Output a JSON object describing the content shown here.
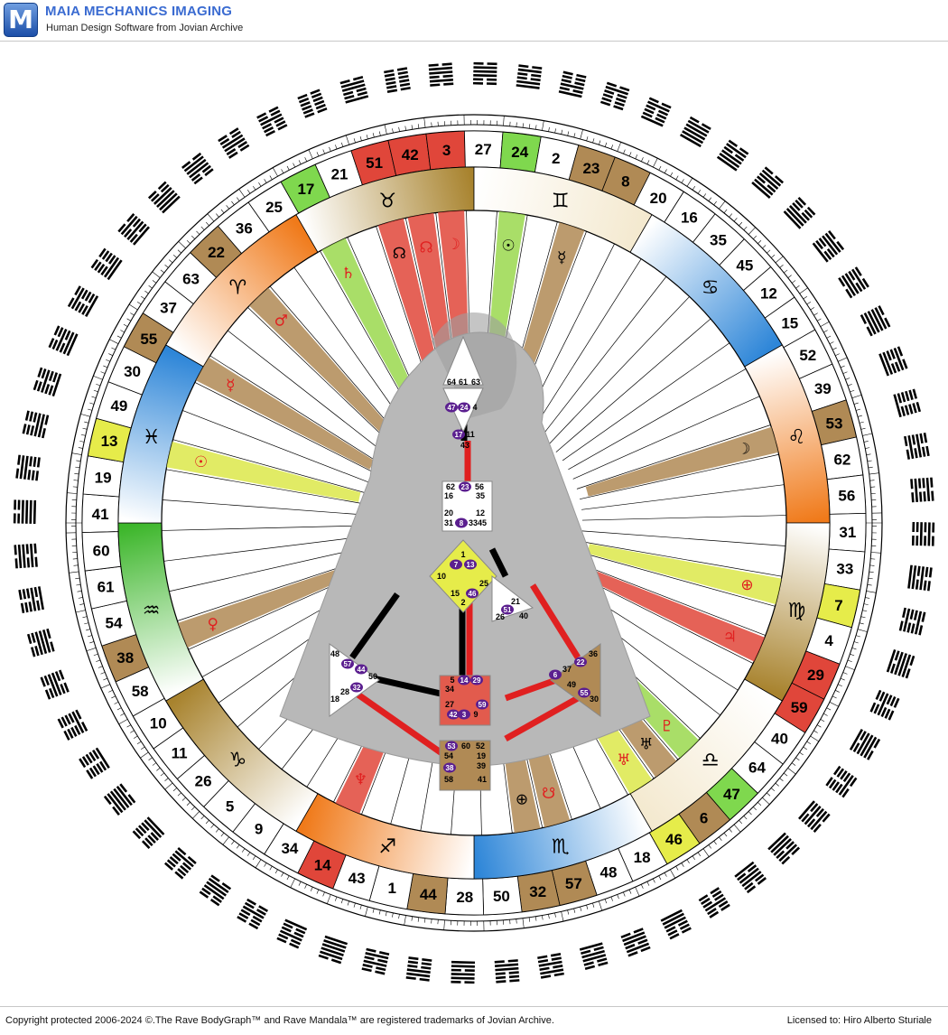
{
  "app": {
    "logo_letter": "M",
    "brand": "MAIA MECHANICS IMAGING",
    "tagline": "Human Design Software from Jovian Archive"
  },
  "footer": {
    "copyright": "Copyright protected 2006-2024 ©.The Rave BodyGraph™ and Rave Mandala™ are registered trademarks of Jovian Archive.",
    "license": "Licensed to: Hiro Alberto Sturiale"
  },
  "wheel": {
    "gate_order": [
      41,
      19,
      13,
      49,
      30,
      55,
      37,
      63,
      22,
      36,
      25,
      17,
      21,
      51,
      42,
      3,
      27,
      24,
      2,
      23,
      8,
      20,
      16,
      35,
      45,
      12,
      15,
      52,
      39,
      53,
      62,
      56,
      31,
      33,
      7,
      4,
      29,
      59,
      40,
      64,
      47,
      6,
      46,
      18,
      48,
      57,
      32,
      50,
      28,
      44,
      1,
      43,
      14,
      34,
      9,
      5,
      26,
      11,
      10,
      58,
      38,
      54,
      61,
      60
    ],
    "gate_colors": {
      "13": "#e6ec4a",
      "55": "#b08a55",
      "22": "#b08a55",
      "17": "#7fd84e",
      "51": "#e0463a",
      "42": "#e0463a",
      "3": "#e0463a",
      "24": "#7fd84e",
      "23": "#b08a55",
      "8": "#b08a55",
      "53": "#b08a55",
      "7": "#e6ec4a",
      "29": "#e0463a",
      "59": "#e0463a",
      "47": "#7fd84e",
      "6": "#b08a55",
      "46": "#e6ec4a",
      "57": "#b08a55",
      "32": "#b08a55",
      "44": "#b08a55",
      "14": "#e0463a",
      "38": "#b08a55"
    },
    "zodiac": [
      {
        "glyph": "♈",
        "color": "#f07a1a"
      },
      {
        "glyph": "♉",
        "color": "#a8832e"
      },
      {
        "glyph": "♊",
        "color": "#f4e9cf"
      },
      {
        "glyph": "♋",
        "color": "#2e86d8"
      },
      {
        "glyph": "♌",
        "color": "#f07a1a"
      },
      {
        "glyph": "♍",
        "color": "#a8832e"
      },
      {
        "glyph": "♎",
        "color": "#f4e9cf"
      },
      {
        "glyph": "♏",
        "color": "#2e86d8"
      },
      {
        "glyph": "♐",
        "color": "#f07a1a"
      },
      {
        "glyph": "♑",
        "color": "#a8832e"
      },
      {
        "glyph": "♒",
        "color": "#3cb62a"
      },
      {
        "glyph": "♓",
        "color": "#2e86d8"
      }
    ],
    "activations": [
      {
        "gate": 13,
        "color": "#dce84a",
        "glyph": "☉",
        "glyph_color": "#e02020"
      },
      {
        "gate": 55,
        "color": "#b08a55",
        "glyph": "☿",
        "glyph_color": "#e02020"
      },
      {
        "gate": 22,
        "color": "#b08a55",
        "glyph": "♂",
        "glyph_color": "#e02020"
      },
      {
        "gate": 17,
        "color": "#9ad84e",
        "glyph": "♄",
        "glyph_color": "#e02020"
      },
      {
        "gate": 51,
        "color": "#e0463a",
        "glyph": "☊",
        "glyph_color": "#000000"
      },
      {
        "gate": 42,
        "color": "#e0463a",
        "glyph": "☊",
        "glyph_color": "#e02020"
      },
      {
        "gate": 3,
        "color": "#e0463a",
        "glyph": "☽",
        "glyph_color": "#e02020"
      },
      {
        "gate": 24,
        "color": "#9ad84e",
        "glyph": "☉",
        "glyph_color": "#000000"
      },
      {
        "gate": 23,
        "color": "#b08a55",
        "glyph": "☿",
        "glyph_color": "#000000"
      },
      {
        "gate": 53,
        "color": "#b08a55",
        "glyph": "☽",
        "glyph_color": "#000000"
      },
      {
        "gate": 7,
        "color": "#dce84a",
        "glyph": "⊕",
        "glyph_color": "#e02020"
      },
      {
        "gate": 29,
        "color": "#e0463a",
        "glyph": "♃",
        "glyph_color": "#e02020"
      },
      {
        "gate": 47,
        "color": "#9ad84e",
        "glyph": "♇",
        "glyph_color": "#e02020"
      },
      {
        "gate": 6,
        "color": "#b08a55",
        "glyph": "♅",
        "glyph_color": "#000000"
      },
      {
        "gate": 46,
        "color": "#dce84a",
        "glyph": "♅",
        "glyph_color": "#e02020"
      },
      {
        "gate": 57,
        "color": "#b08a55",
        "glyph": "☋",
        "glyph_color": "#e02020"
      },
      {
        "gate": 32,
        "color": "#b08a55",
        "glyph": "⊕",
        "glyph_color": "#000000"
      },
      {
        "gate": 14,
        "color": "#e0463a",
        "glyph": "♆",
        "glyph_color": "#e02020"
      },
      {
        "gate": 38,
        "color": "#b08a55",
        "glyph": "♀",
        "glyph_color": "#e02020"
      }
    ]
  },
  "bodygraph": {
    "head": {
      "gates": [
        "64",
        "61",
        "63"
      ]
    },
    "ajna": {
      "gates": [
        "47",
        "24",
        "4",
        "17",
        "11",
        "43"
      ]
    },
    "throat": {
      "gates": [
        "62",
        "23",
        "56",
        "16",
        "35",
        "20",
        "12",
        "31",
        "8",
        "33",
        "45"
      ]
    },
    "g_center": {
      "gates": [
        "1",
        "7",
        "13",
        "10",
        "25",
        "15",
        "46",
        "2"
      ]
    },
    "ego": {
      "gates": [
        "21",
        "51",
        "26",
        "40"
      ]
    },
    "spleen": {
      "gates": [
        "48",
        "57",
        "44",
        "50",
        "32",
        "28",
        "18"
      ]
    },
    "sacral": {
      "gates": [
        "5",
        "14",
        "29",
        "34",
        "27",
        "42",
        "3",
        "59",
        "9"
      ]
    },
    "solar_plexus": {
      "gates": [
        "36",
        "37",
        "6",
        "22",
        "49",
        "55",
        "30"
      ]
    },
    "root": {
      "gates": [
        "53",
        "60",
        "52",
        "54",
        "19",
        "38",
        "39",
        "58",
        "41"
      ]
    },
    "active_gates": [
      "47",
      "24",
      "17",
      "23",
      "8",
      "7",
      "13",
      "46",
      "51",
      "57",
      "44",
      "32",
      "14",
      "29",
      "42",
      "3",
      "59",
      "6",
      "22",
      "55",
      "53",
      "38"
    ]
  }
}
